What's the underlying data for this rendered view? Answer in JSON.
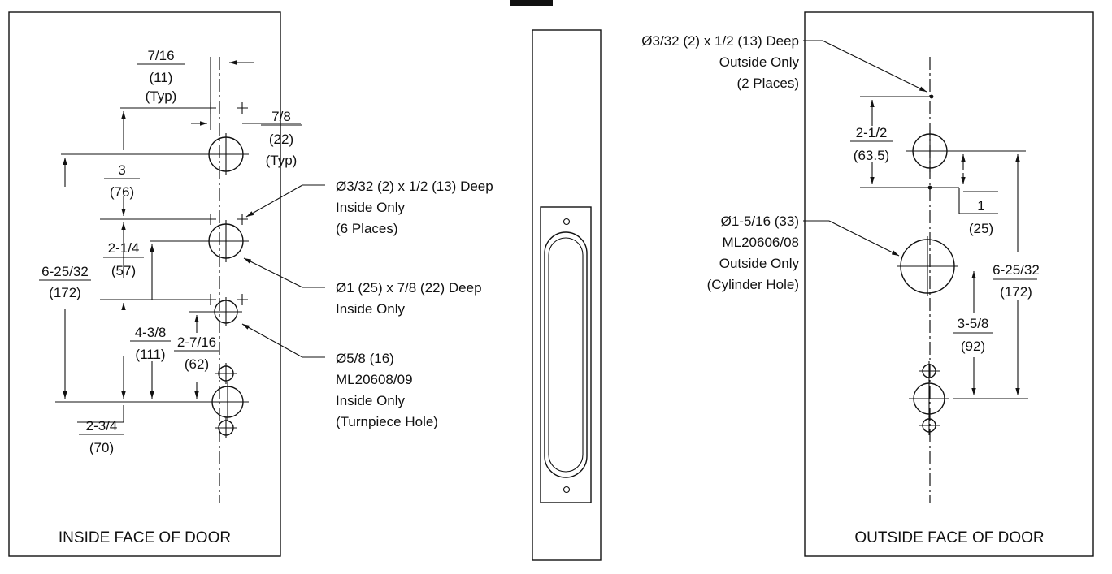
{
  "inside_panel": {
    "caption": "INSIDE FACE OF DOOR",
    "dims": {
      "d_7_16_a": "7/16",
      "d_7_16_b": "(11)",
      "d_7_16_c": "(Typ)",
      "d_7_8_a": "7/8",
      "d_7_8_b": "(22)",
      "d_7_8_c": "(Typ)",
      "d_3_a": "3",
      "d_3_b": "(76)",
      "d_2_1_4_a": "2-1/4",
      "d_2_1_4_b": "(57)",
      "d_6_25_32_a": "6-25/32",
      "d_6_25_32_b": "(172)",
      "d_4_3_8_a": "4-3/8",
      "d_4_3_8_b": "(111)",
      "d_2_7_16_a": "2-7/16",
      "d_2_7_16_b": "(62)",
      "d_2_3_4_a": "2-3/4",
      "d_2_3_4_b": "(70)"
    },
    "notes": {
      "n1_l1": "Ø3/32 (2) x 1/2 (13) Deep",
      "n1_l2": "Inside Only",
      "n1_l3": "(6 Places)",
      "n2_l1": "Ø1 (25) x 7/8 (22) Deep",
      "n2_l2": "Inside Only",
      "n3_l1": "Ø5/8 (16)",
      "n3_l2": "ML20608/09",
      "n3_l3": "Inside Only",
      "n3_l4": "(Turnpiece Hole)"
    }
  },
  "outside_panel": {
    "caption": "OUTSIDE FACE OF DOOR",
    "dims": {
      "d_2_1_2_a": "2-1/2",
      "d_2_1_2_b": "(63.5)",
      "d_1_a": "1",
      "d_1_b": "(25)",
      "d_6_25_32_a": "6-25/32",
      "d_6_25_32_b": "(172)",
      "d_3_5_8_a": "3-5/8",
      "d_3_5_8_b": "(92)"
    },
    "notes": {
      "n1_l1": "Ø3/32 (2) x 1/2 (13) Deep",
      "n1_l2": "Outside Only",
      "n1_l3": "(2 Places)",
      "n2_l1": "Ø1-5/16 (33)",
      "n2_l2": "ML20606/08",
      "n2_l3": "Outside Only",
      "n2_l4": "(Cylinder Hole)"
    }
  }
}
